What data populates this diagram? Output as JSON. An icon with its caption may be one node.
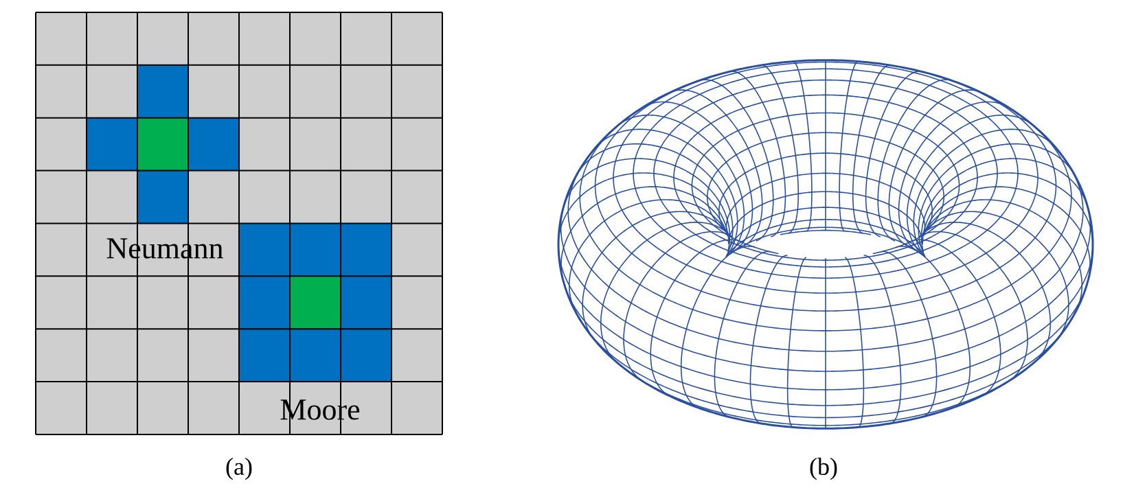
{
  "diagram": {
    "labels": [
      "Neumann",
      "Moore",
      "(a)",
      "(b)"
    ]
  }
}
